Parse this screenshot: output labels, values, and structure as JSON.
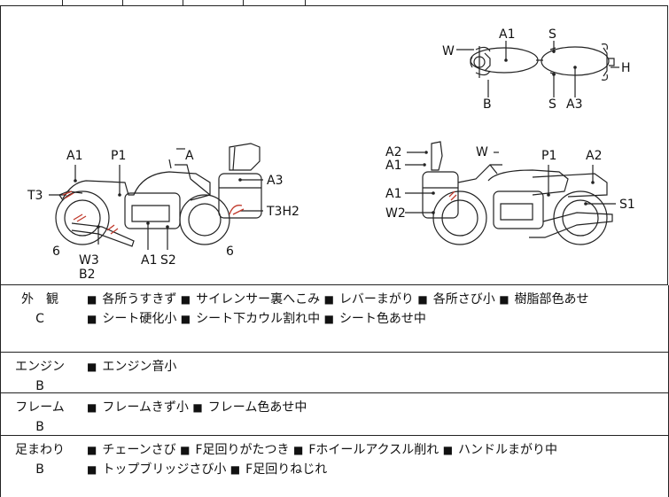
{
  "diagram": {
    "top_labels": [
      "A1",
      "S",
      "W",
      "H",
      "B",
      "S",
      "A3"
    ],
    "left_labels": [
      "A1",
      "P1",
      "A",
      "A3",
      "T3",
      "T3H2",
      "6",
      "W3",
      "B2",
      "A1",
      "S2",
      "6"
    ],
    "right_labels": [
      "A2",
      "A1",
      "W",
      "P1",
      "A2",
      "A1",
      "W2",
      "S1"
    ]
  },
  "sections": [
    {
      "name": "外　観",
      "grade": "C",
      "items": [
        "各所うすきず",
        "サイレンサー裏へこみ",
        "レバーまがり",
        "各所さび小",
        "樹脂部色あせ",
        "シート硬化小",
        "シート下カウル割れ中",
        "シート色あせ中"
      ]
    },
    {
      "name": "エンジン",
      "grade": "B",
      "items": [
        "エンジン音小"
      ]
    },
    {
      "name": "フレーム",
      "grade": "B",
      "items": [
        "フレームきず小",
        "フレーム色あせ中"
      ]
    },
    {
      "name": "足まわり",
      "grade": "B",
      "items": [
        "チェーンさび",
        "F足回りがたつき",
        "Fホイールアクスル削れ",
        "ハンドルまがり中",
        "トップブリッジさび小",
        "F足回りねじれ"
      ]
    }
  ]
}
